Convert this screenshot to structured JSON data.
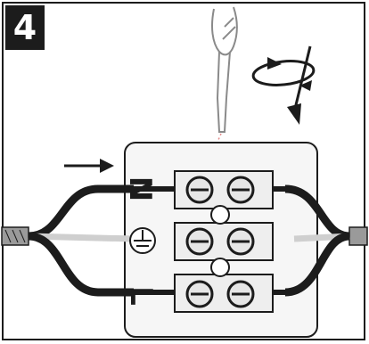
{
  "step": {
    "number": "4"
  },
  "terminals": [
    {
      "label": "N"
    },
    {
      "label": ""
    },
    {
      "label": "L"
    }
  ],
  "colors": {
    "ink": "#1c1c1c",
    "background": "#ffffff",
    "box_fill": "#f6f6f6",
    "screw_fill": "#e6e6e6",
    "earth_line": "#cfcfcf",
    "laser_line": "#e58a8a"
  },
  "icons": [
    "screwdriver-icon",
    "rotation-arrow-icon",
    "insert-arrow-icon",
    "earth-symbol-icon"
  ]
}
